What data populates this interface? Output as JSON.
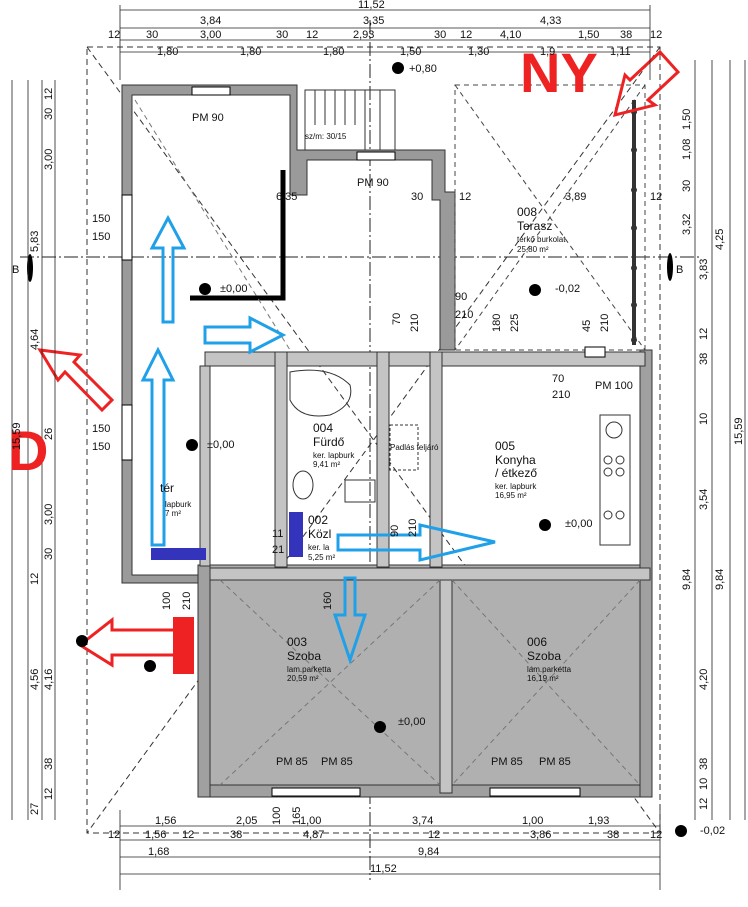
{
  "compass": {
    "north_west": "NY",
    "west": "D"
  },
  "section_marker": "B",
  "rooms": {
    "terrace": {
      "number": "008",
      "name": "Terasz",
      "material": "térkő burkolat",
      "area": "25,80 m²"
    },
    "bathroom": {
      "number": "004",
      "name": "Fürdő",
      "material": "ker. lapburk",
      "area": "9,41 m²"
    },
    "kitchen": {
      "number": "005",
      "name": "Konyha",
      "name2": "/ étkező",
      "material": "ker. lapburk",
      "area": "16,95 m²"
    },
    "hall": {
      "number": "002",
      "name": "Közl",
      "material": "ker. la",
      "area": "5,25 m²"
    },
    "entry": {
      "name": "tér",
      "material": "lapburk",
      "area": "7 m²"
    },
    "room3": {
      "number": "003",
      "name": "Szoba",
      "material": "lam.parketta",
      "area": "20,59 m²"
    },
    "room6": {
      "number": "006",
      "name": "Szoba",
      "material": "lam.parketta",
      "area": "16,19 m²"
    }
  },
  "labels": {
    "attic_hatch": "Padlás feljáró",
    "stair": "sz/m: 30/15"
  },
  "levels": {
    "top": "+0,80",
    "main": "±0,00",
    "terrace": "-0,02",
    "corner": "-0,02"
  },
  "windows": {
    "pm90": "PM 90",
    "pm100": "PM 100",
    "pm85": "PM 85"
  },
  "dims_top": {
    "total": "11,52",
    "row2": [
      "3,84",
      "3,35",
      "4,33"
    ],
    "row3": [
      "12",
      "30",
      "3,00",
      "30",
      "12",
      "2,93",
      "30",
      "12",
      "4,10",
      "1,50",
      "38",
      "12"
    ],
    "row4": [
      "1,80",
      "1,80",
      "1,80",
      "1,50",
      "1,30",
      "1,9",
      "1,11"
    ]
  },
  "dims_bottom": {
    "row1": [
      "1,56",
      "2,05",
      "1,00",
      "3,74",
      "1,00",
      "1,93"
    ],
    "row2": [
      "12",
      "1,56",
      "12",
      "38",
      "4,87",
      "12",
      "3,86",
      "38",
      "12"
    ],
    "row3": [
      "1,68",
      "9,84"
    ],
    "total": "11,52"
  },
  "dims_left": [
    "12",
    "30",
    "3,00",
    "5,83",
    "4,64",
    "15,59",
    "26",
    "3,00",
    "30",
    "12",
    "4,16",
    "4,56",
    "38",
    "12",
    "27"
  ],
  "dims_right": [
    "1,50",
    "1,08",
    "30",
    "3,32",
    "4,25",
    "3,83",
    "12",
    "38",
    "10",
    "3,54",
    "15,59",
    "9,84",
    "9,84",
    "4,20",
    "38",
    "10",
    "12"
  ],
  "openings": [
    "90",
    "210",
    "70",
    "210",
    "180",
    "225",
    "45",
    "210",
    "70",
    "210",
    "100",
    "210",
    "100",
    "165",
    "160",
    "90",
    "210",
    "150",
    "150"
  ],
  "inner_dims": [
    "6,35",
    "30",
    "12",
    "3,89",
    "12",
    "150",
    "150",
    "11",
    "21"
  ]
}
